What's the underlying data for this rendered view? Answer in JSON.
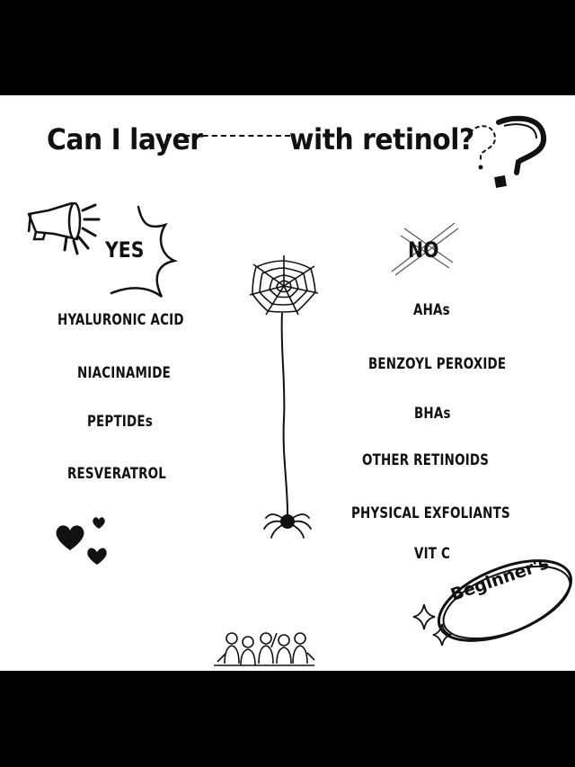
{
  "title": {
    "part1": "Can I layer",
    "part2": "with retinol?"
  },
  "yes": {
    "label": "YES",
    "items": [
      "HYALURONIC ACID",
      "NIACINAMIDE",
      "PEPTIDEs",
      "RESVERATROL"
    ]
  },
  "no": {
    "label": "NO",
    "items": [
      "AHAs",
      "BENZOYL PEROXIDE",
      "BHAs",
      "OTHER RETINOIDS",
      "PHYSICAL EXFOLIANTS",
      "VIT C"
    ]
  },
  "badge": {
    "label": "Beginner's"
  },
  "colors": {
    "ink": "#111111",
    "paper": "#ffffff",
    "letterbox": "#000000"
  },
  "icons": [
    "megaphone-icon",
    "question-marks-icon",
    "spider-web-icon",
    "spider-icon",
    "hearts-icon",
    "sparkle-icon",
    "people-sketch-icon"
  ]
}
